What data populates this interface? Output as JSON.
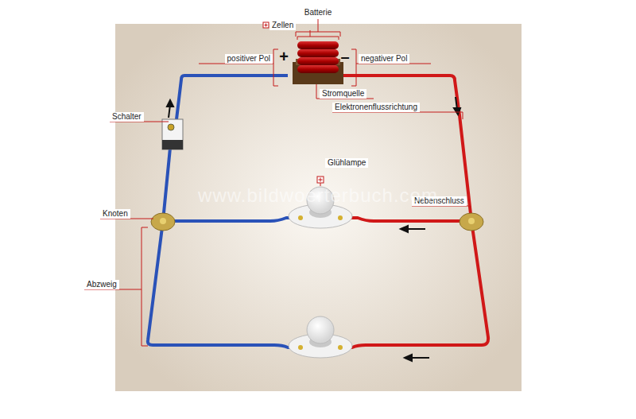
{
  "diagram": {
    "labels": [
      "Batterie",
      "Zellen",
      "positiver Pol",
      "+",
      "–",
      "negativer Pol",
      "Stromquelle",
      "Elektronenflussrichtung",
      "Schalter",
      "Glühlampe",
      "Nebenschluss",
      "Knoten",
      "Abzweig",
      "www.bildwoerterbuch.com"
    ]
  }
}
